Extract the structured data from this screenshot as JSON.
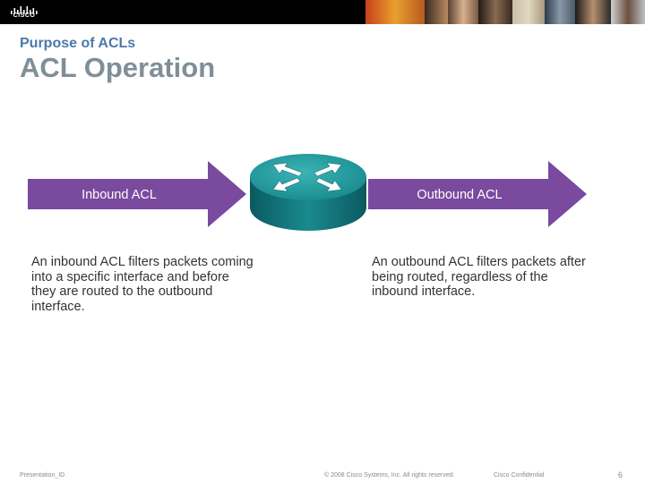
{
  "header": {
    "logo_text": "CISCO",
    "subtitle": "Purpose of ACLs",
    "title": "ACL Operation"
  },
  "diagram": {
    "inbound_label": "Inbound ACL",
    "outbound_label": "Outbound ACL",
    "inbound_description": "An inbound ACL filters packets coming into a specific interface and before they are routed to the outbound interface.",
    "outbound_description": "An outbound ACL filters packets after being routed, regardless of the inbound interface."
  },
  "footer": {
    "presentation_id": "Presentation_ID",
    "copyright": "© 2008 Cisco Systems, Inc. All rights reserved.",
    "confidential": "Cisco Confidential",
    "page_number": "6"
  },
  "colors": {
    "arrow": "#7a4a9e",
    "router_top": "#2a9a9c",
    "router_side": "#0f6e74",
    "subtitle": "#4a7aa8",
    "title": "#7f8f98"
  },
  "icons": [
    "cisco-logo-icon",
    "router-icon"
  ]
}
